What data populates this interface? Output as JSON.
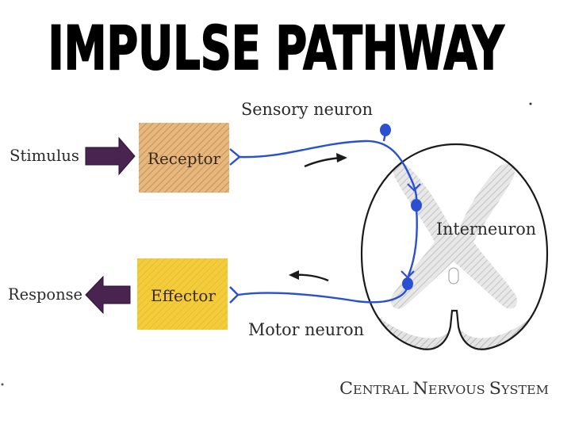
{
  "title": "IMPULSE PATHWAY",
  "labels": {
    "stimulus": "Stimulus",
    "receptor": "Receptor",
    "sensory_neuron": "Sensory neuron",
    "interneuron": "Interneuron",
    "response": "Response",
    "effector": "Effector",
    "motor_neuron": "Motor neuron",
    "cns_first_1": "C",
    "cns_rest_1": "ENTRAL",
    "cns_first_2": "N",
    "cns_rest_2": "ERVOUS",
    "cns_first_3": "S",
    "cns_rest_3": "YSTEM"
  },
  "colors": {
    "neuron": "#2a4fd0",
    "arrow_fill": "#4a2450",
    "receptor_fill": "#e2b27a",
    "effector_fill": "#f1c93a",
    "grey_matter": "#c8c8c8"
  }
}
